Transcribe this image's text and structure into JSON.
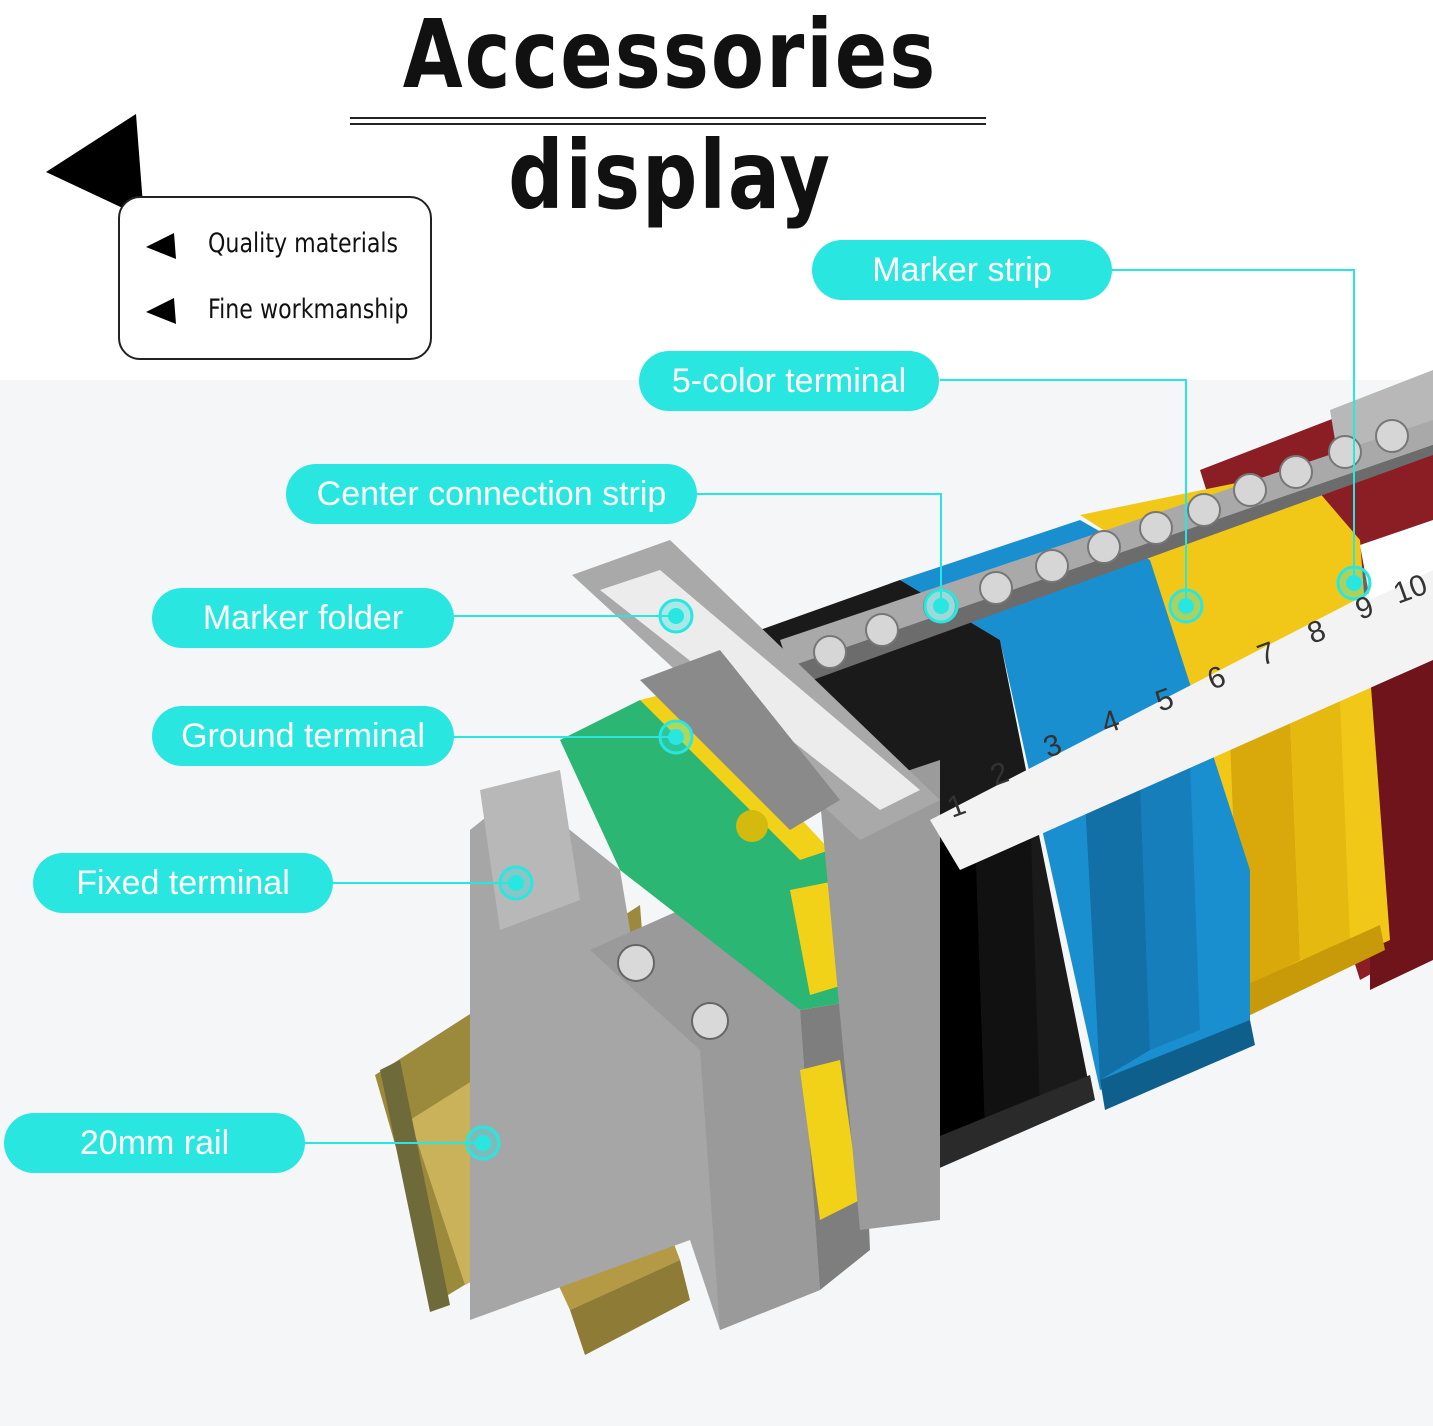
{
  "title": "Accessories display",
  "features": [
    "Quality materials",
    "Fine workmanship"
  ],
  "callouts": {
    "marker_strip": "Marker strip",
    "five_color_terminal": "5-color terminal",
    "center_connection_strip": "Center connection strip",
    "marker_folder": "Marker folder",
    "ground_terminal": "Ground terminal",
    "fixed_terminal": "Fixed terminal",
    "rail": "20mm rail"
  },
  "marker_numbers": [
    "1",
    "2",
    "3",
    "4",
    "5",
    "6",
    "7",
    "8",
    "9",
    "10"
  ],
  "colors": {
    "accent": "#2ae6e1",
    "black_terminal": "#1a1a1a",
    "blue_terminal": "#1a8fd0",
    "yellow_terminal": "#f2c818",
    "red_terminal": "#8a1e24",
    "grey_terminal": "#9a9a9a",
    "ground_green": "#2bb673"
  },
  "icons": [
    "black-triangle-icon",
    "bullet-triangle-icon",
    "callout-target-icon",
    "screw-icon"
  ]
}
